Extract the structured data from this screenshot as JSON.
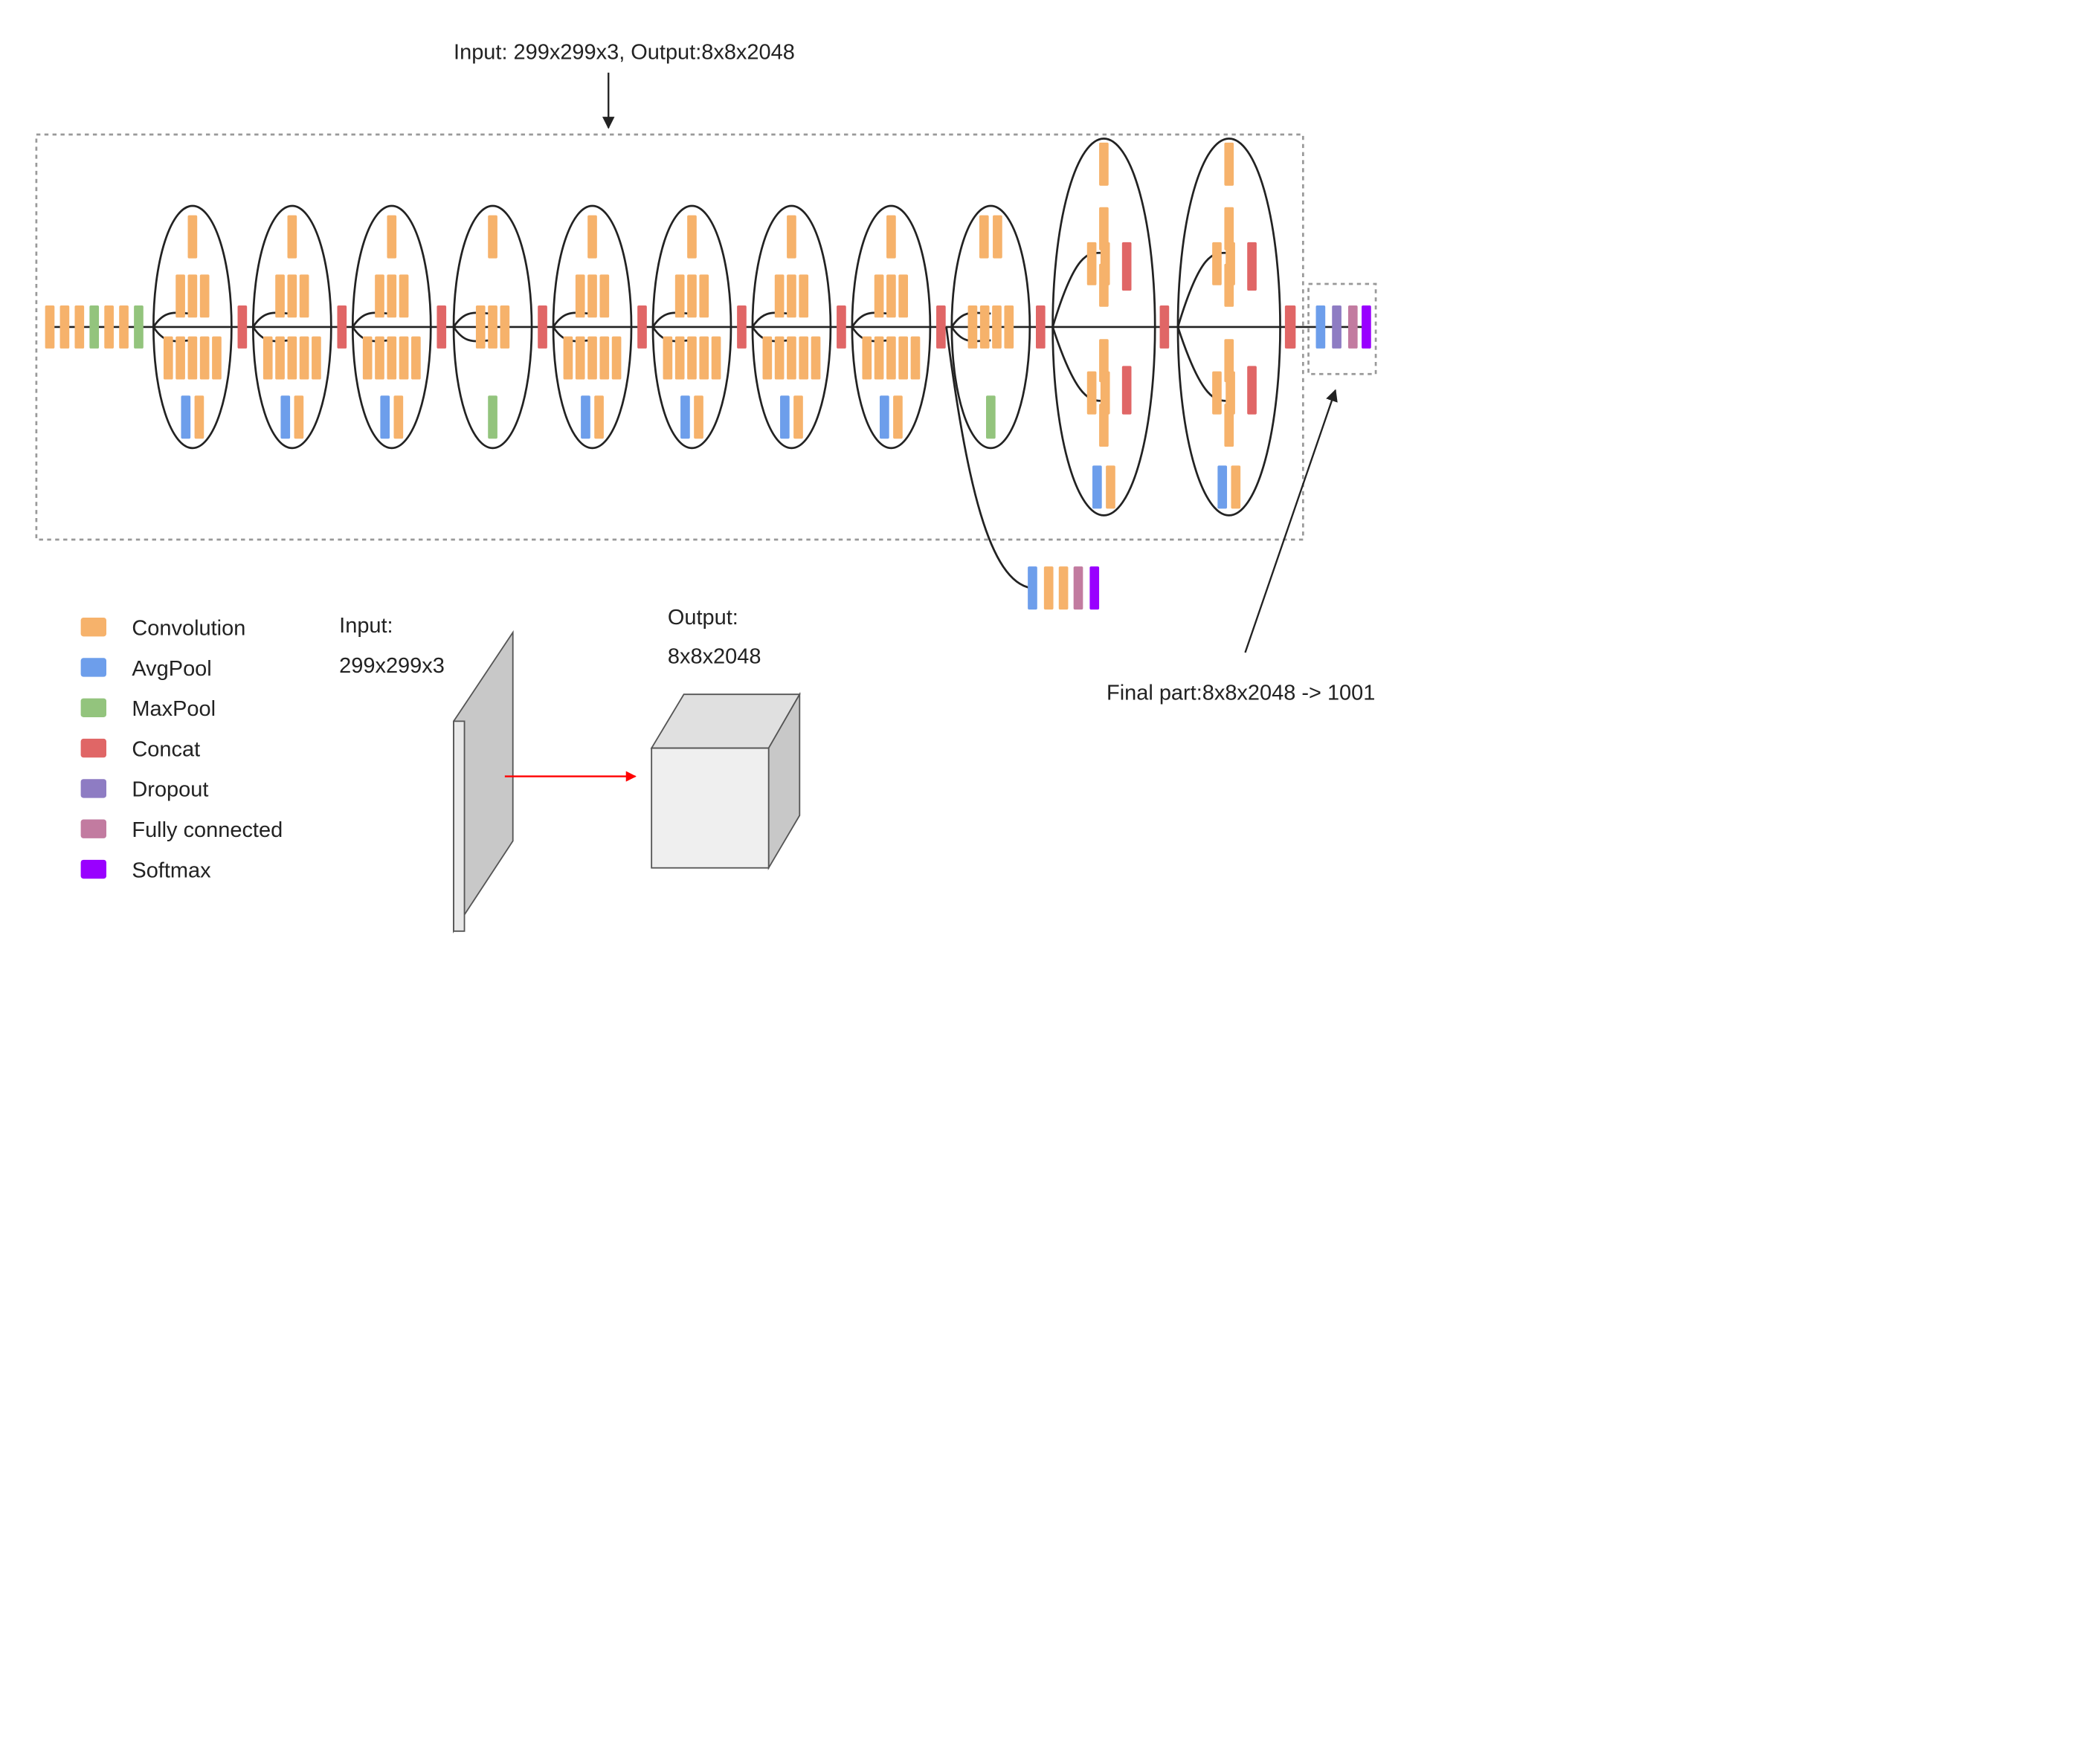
{
  "top_caption": "Input: 299x299x3, Output:8x8x2048",
  "final_caption": "Final part:8x8x2048 -> 1001",
  "input_label": {
    "line1": "Input:",
    "line2": "299x299x3"
  },
  "output_label": {
    "line1": "Output:",
    "line2": "8x8x2048"
  },
  "colors": {
    "conv": "#f6b26b",
    "avgpool": "#6d9eeb",
    "maxpool": "#93c47d",
    "concat": "#e06666",
    "dropout": "#8e7cc3",
    "fc": "#c27ba0",
    "softmax": "#9900ff",
    "line": "#222222",
    "dashed": "#999999",
    "arrow_red": "#ff0000",
    "plate": "#c8c8c8",
    "cube_front": "#efefef",
    "cube_side": "#c8c8c8",
    "cube_top": "#e0e0e0"
  },
  "legend": [
    {
      "label": "Convolution",
      "color_key": "conv"
    },
    {
      "label": "AvgPool",
      "color_key": "avgpool"
    },
    {
      "label": "MaxPool",
      "color_key": "maxpool"
    },
    {
      "label": "Concat",
      "color_key": "concat"
    },
    {
      "label": "Dropout",
      "color_key": "dropout"
    },
    {
      "label": "Fully connected",
      "color_key": "fc"
    },
    {
      "label": "Softmax",
      "color_key": "softmax"
    }
  ],
  "stem_sequence": [
    "conv",
    "conv",
    "conv",
    "maxpool",
    "conv",
    "conv",
    "maxpool"
  ],
  "module_sequence": [
    "A",
    "A",
    "A",
    "R1",
    "B",
    "B",
    "B",
    "B",
    "R2",
    "C",
    "C"
  ],
  "final_sequence": [
    "concat",
    "avgpool",
    "dropout",
    "fc",
    "softmax"
  ],
  "aux_sequence": [
    "avgpool",
    "conv",
    "conv",
    "fc",
    "softmax"
  ]
}
